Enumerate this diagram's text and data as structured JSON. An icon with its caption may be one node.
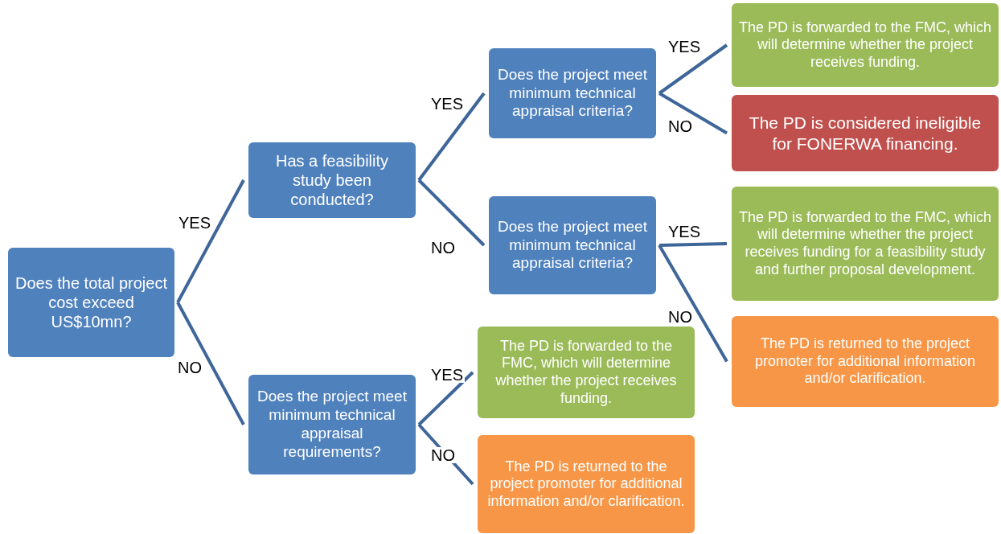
{
  "diagram": {
    "nodes": [
      {
        "text": [
          "Does the total project cost exceed US$10mn?"
        ]
      },
      {
        "text": [
          "Has a feasibility study been conducted?"
        ]
      },
      {
        "text": [
          "Does the project meet minimum technical appraisal requirements?"
        ]
      },
      {
        "text": [
          "Does the project meet minimum technical appraisal criteria?"
        ]
      },
      {
        "text": [
          "Does the project meet minimum technical appraisal criteria?"
        ]
      },
      {
        "text": [
          "The PD is forwarded to the FMC, which will determine whether the project receives funding."
        ]
      },
      {
        "text": [
          "The PD is considered ineligible for FONERWA financing."
        ]
      },
      {
        "text": [
          "The PD is forwarded to the FMC, which will determine whether the project receives funding for a feasibility study and further proposal development."
        ]
      },
      {
        "text": [
          "The PD is returned to the project promoter for additional information and/or clarification."
        ]
      },
      {
        "text": [
          "The PD is forwarded to the FMC, which will determine whether the project receives funding."
        ]
      },
      {
        "text": [
          "The PD is returned to the project promoter for additional information and/or clarification."
        ]
      }
    ],
    "edges": [
      {
        "from": 0,
        "to": 1,
        "arrow": "none",
        "label": "YES"
      },
      {
        "from": 0,
        "to": 2,
        "arrow": "none",
        "label": "NO"
      },
      {
        "from": 1,
        "to": 3,
        "arrow": "none",
        "label": "YES"
      },
      {
        "from": 1,
        "to": 4,
        "arrow": "none",
        "label": "NO"
      },
      {
        "from": 3,
        "to": 5,
        "arrow": "none",
        "label": "YES"
      },
      {
        "from": 3,
        "to": 6,
        "arrow": "none",
        "label": "NO"
      },
      {
        "from": 4,
        "to": 7,
        "arrow": "none",
        "label": "YES"
      },
      {
        "from": 4,
        "to": 8,
        "arrow": "none",
        "label": "NO"
      },
      {
        "from": 2,
        "to": 9,
        "arrow": "none",
        "label": "YES"
      },
      {
        "from": 2,
        "to": 10,
        "arrow": "none",
        "label": "NO"
      }
    ]
  }
}
